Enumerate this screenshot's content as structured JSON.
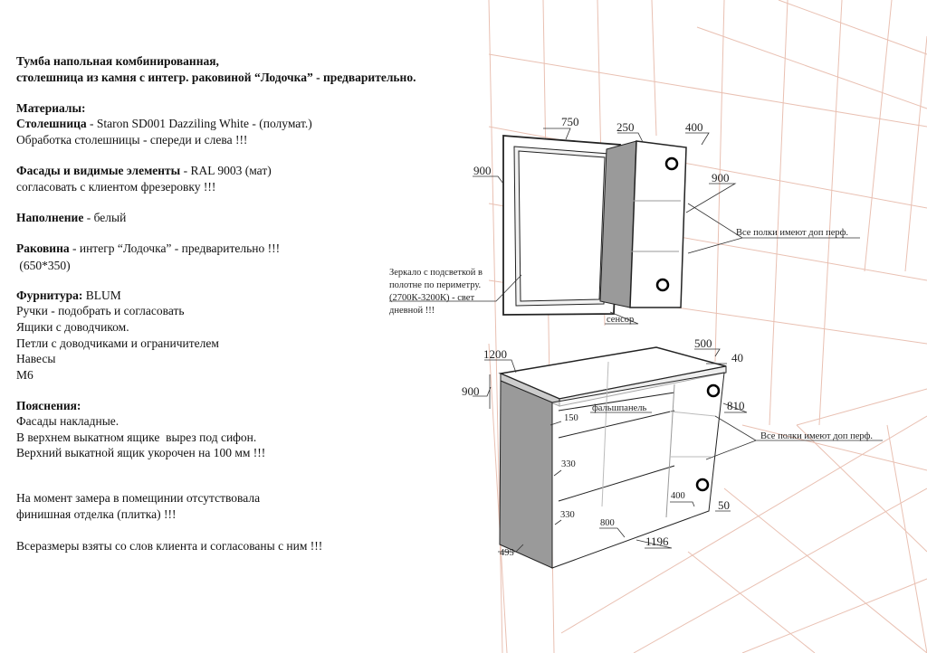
{
  "spec": {
    "title_line1": "Тумба напольная комбинированная,",
    "title_line2": "столешница из камня с интегр. раковиной “Лодочка” - предварительно.",
    "materials_heading": "Материалы:",
    "countertop_label": "Столешница",
    "countertop_value": " - Staron SD001 Dazziling White - (полумат.)",
    "countertop_note": "Обработка столешницы - спереди и слева !!!",
    "facades_label": "Фасады и видимые элементы",
    "facades_value": " - RAL 9003 (мат)",
    "facades_note": "согласовать с клиентом фрезеровку !!!",
    "filling_label": "Наполнение",
    "filling_value": "  -  белый",
    "sink_label": "Раковина",
    "sink_value": " - интегр “Лодочка” - предварительно !!!",
    "sink_size": " (650*350)",
    "hardware_label": "Фурнитура:",
    "hardware_value": " BLUM",
    "hardware_notes": [
      "Ручки - подобрать и согласовать",
      "Ящики с доводчиком.",
      "Петли с доводчиками и ограничителем",
      "Навесы",
      "М6"
    ],
    "explanations_heading": "Пояснения:",
    "explanations": [
      "Фасады накладные.",
      "В верхнем выкатном ящике  вырез под сифон.",
      "Верхний выкатной ящик укорочен на 100 мм !!!"
    ],
    "measure_note_1": "На момент замера в помещинии отсутствовала",
    "measure_note_2": "финишная отделка (плитка) !!!",
    "client_note": "Всеразмеры взяты со слов клиента и согласованы с ним !!!"
  },
  "upper": {
    "mirror_width": "750",
    "mirror_height": "900",
    "cab_width": "250",
    "cab_depth": "400",
    "cab_height": "900",
    "shelves_note": "Все полки имеют доп перф.",
    "mirror_note": [
      "Зеркало с подсветкой в",
      "полотне по периметру.",
      "(2700К-3200К) - свет",
      "дневной !!!"
    ],
    "sensor": "сенсор"
  },
  "base": {
    "width": "1200",
    "depth": "500",
    "top_thickness": "40",
    "height": "900",
    "inner_height": "810",
    "false_panel": "фальшпанель",
    "drawer1": "150",
    "drawer2": "330",
    "drawer3": "330",
    "inner_width": "800",
    "right_section": "400",
    "plinth": "50",
    "bottom_width": "1196",
    "side_depth": "495",
    "shelves_note": "Все полки имеют доп перф."
  },
  "colors": {
    "grid": "#e6b9aa",
    "shade": "#9a9a9a"
  }
}
